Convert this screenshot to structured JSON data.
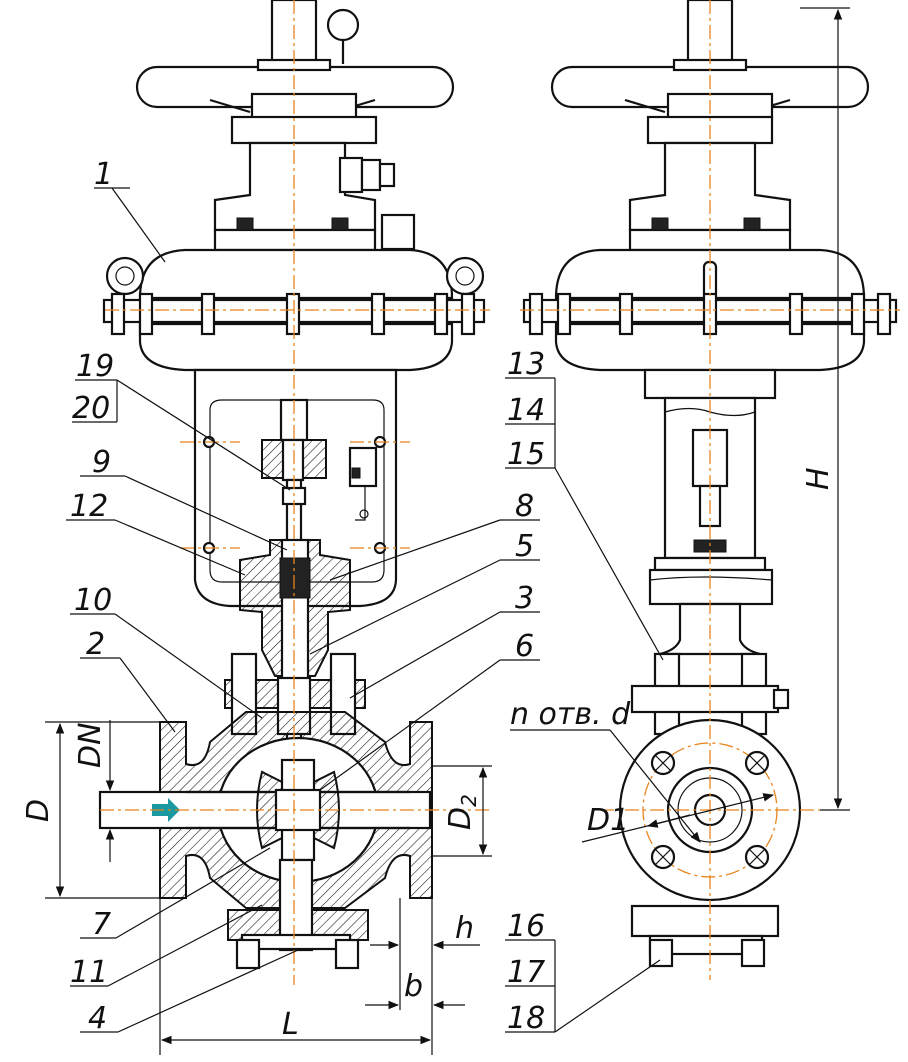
{
  "part_labels": {
    "p1": "1",
    "p2": "2",
    "p3": "3",
    "p4": "4",
    "p5": "5",
    "p6": "6",
    "p7": "7",
    "p8": "8",
    "p9": "9",
    "p10": "10",
    "p11": "11",
    "p12": "12",
    "p13": "13",
    "p14": "14",
    "p15": "15",
    "p16": "16",
    "p17": "17",
    "p18": "18",
    "p19": "19",
    "p20": "20"
  },
  "dimensions": {
    "H": "H",
    "L": "L",
    "D": "D",
    "DN": "DN",
    "D2": "D",
    "D2_sub": "2",
    "D1": "D1",
    "h": "h",
    "b": "b",
    "holes": "n отв. d"
  },
  "colors": {
    "axis": "#e8841c",
    "flow_arrow": "#1a9aa0",
    "line": "#111111"
  }
}
